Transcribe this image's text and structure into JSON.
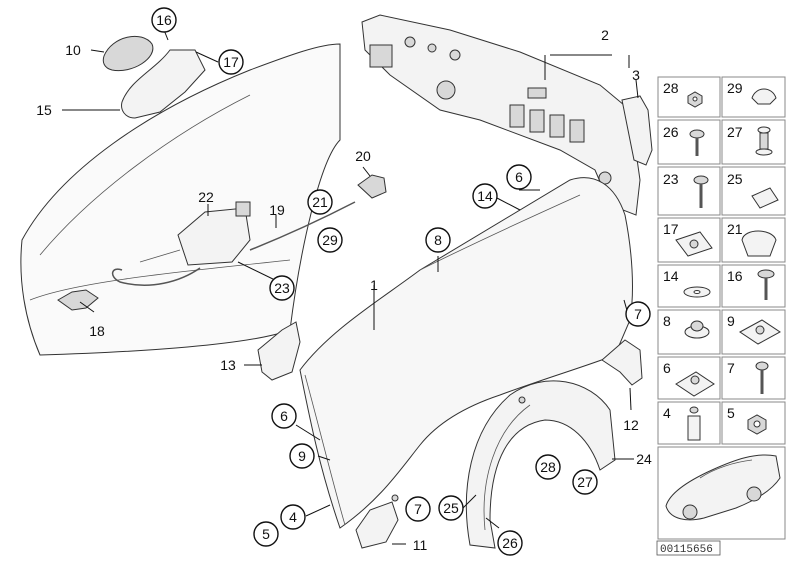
{
  "diagram": {
    "doc_id": "00115656",
    "callouts": [
      {
        "label": "1"
      },
      {
        "label": "2"
      },
      {
        "label": "3"
      },
      {
        "label": "4"
      },
      {
        "label": "5"
      },
      {
        "label": "6"
      },
      {
        "label": "6"
      },
      {
        "label": "7"
      },
      {
        "label": "7"
      },
      {
        "label": "8"
      },
      {
        "label": "9"
      },
      {
        "label": "10"
      },
      {
        "label": "11"
      },
      {
        "label": "12"
      },
      {
        "label": "13"
      },
      {
        "label": "14"
      },
      {
        "label": "15"
      },
      {
        "label": "16"
      },
      {
        "label": "17"
      },
      {
        "label": "18"
      },
      {
        "label": "19"
      },
      {
        "label": "20"
      },
      {
        "label": "21"
      },
      {
        "label": "22"
      },
      {
        "label": "23"
      },
      {
        "label": "24"
      },
      {
        "label": "25"
      },
      {
        "label": "26"
      },
      {
        "label": "27"
      },
      {
        "label": "28"
      },
      {
        "label": "29"
      }
    ],
    "legend_cells": [
      {
        "label": "28"
      },
      {
        "label": "29"
      },
      {
        "label": "26"
      },
      {
        "label": "27"
      },
      {
        "label": "23"
      },
      {
        "label": "25"
      },
      {
        "label": "17"
      },
      {
        "label": "21"
      },
      {
        "label": "14"
      },
      {
        "label": "16"
      },
      {
        "label": "8"
      },
      {
        "label": "9"
      },
      {
        "label": "6"
      },
      {
        "label": "7"
      },
      {
        "label": "4"
      },
      {
        "label": "5"
      }
    ]
  }
}
